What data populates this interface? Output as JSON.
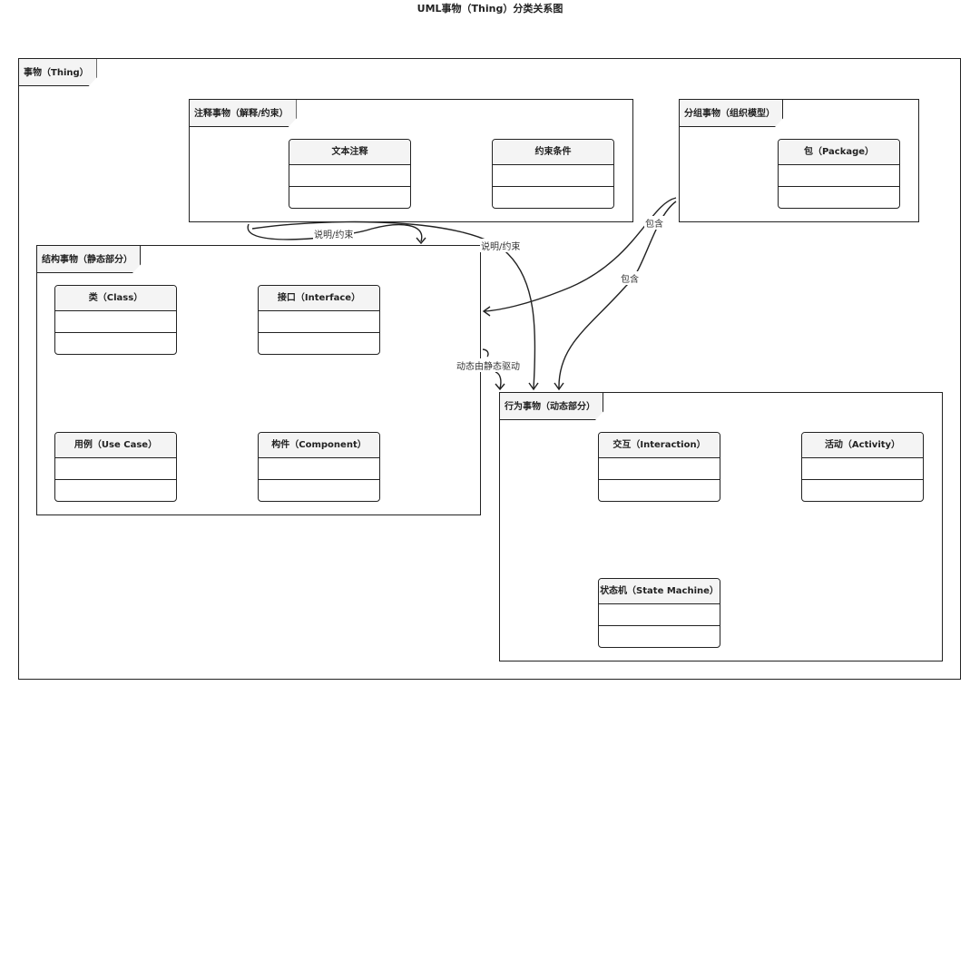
{
  "title": "UML事物（Thing）分类关系图",
  "outer": {
    "label": "事物（Thing）"
  },
  "annotation": {
    "label": "注释事物（解释/约束）",
    "items": [
      "文本注释",
      "约束条件"
    ]
  },
  "grouping": {
    "label": "分组事物（组织模型）",
    "items": [
      "包（Package）"
    ]
  },
  "structural": {
    "label": "结构事物（静态部分）",
    "items": [
      "类（Class）",
      "接口（Interface）",
      "用例（Use Case）",
      "构件（Component）"
    ]
  },
  "behavioral": {
    "label": "行为事物（动态部分）",
    "items": [
      "交互（Interaction）",
      "活动（Activity）",
      "状态机（State Machine）"
    ]
  },
  "edges": [
    {
      "label": "说明/约束",
      "from": "注释事物",
      "to": "结构事物"
    },
    {
      "label": "说明/约束",
      "from": "注释事物",
      "to": "行为事物"
    },
    {
      "label": "包含",
      "from": "分组事物",
      "to": "结构事物"
    },
    {
      "label": "包含",
      "from": "分组事物",
      "to": "行为事物"
    },
    {
      "label": "动态由静态驱动",
      "from": "结构事物",
      "to": "行为事物"
    }
  ]
}
